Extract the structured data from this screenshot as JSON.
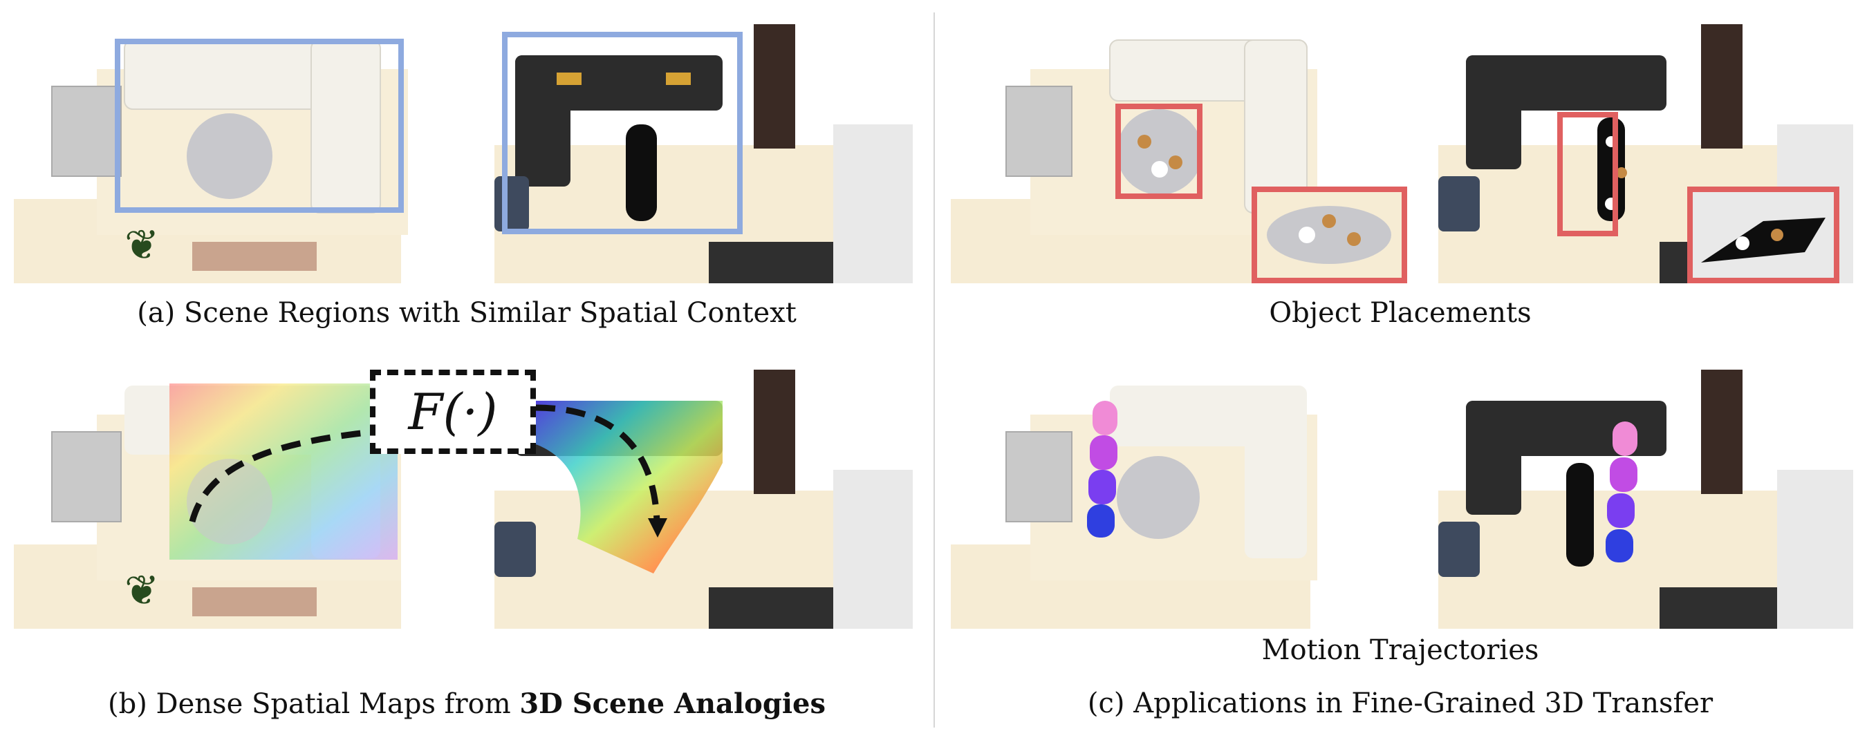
{
  "captions": {
    "a": "(a) Scene Regions with Similar Spatial Context",
    "b_prefix": "(b) Dense Spatial Maps from ",
    "b_bold": "3D Scene Analogies",
    "c_title_placements": "Object Placements",
    "c_title_motion": "Motion Trajectories",
    "c": "(c) Applications in Fine-Grained 3D Transfer"
  },
  "function_label": "F(·)",
  "colors": {
    "region_box": "#8eaadf",
    "placement_box": "#e06060",
    "floor": "#f6ecd4",
    "light_sofa": "#f3f1ea",
    "dark_sofa": "#2c2c2c"
  },
  "icons": [
    "plant-icon",
    "lamp-icon",
    "human-figure-icon",
    "teapot-icon"
  ]
}
